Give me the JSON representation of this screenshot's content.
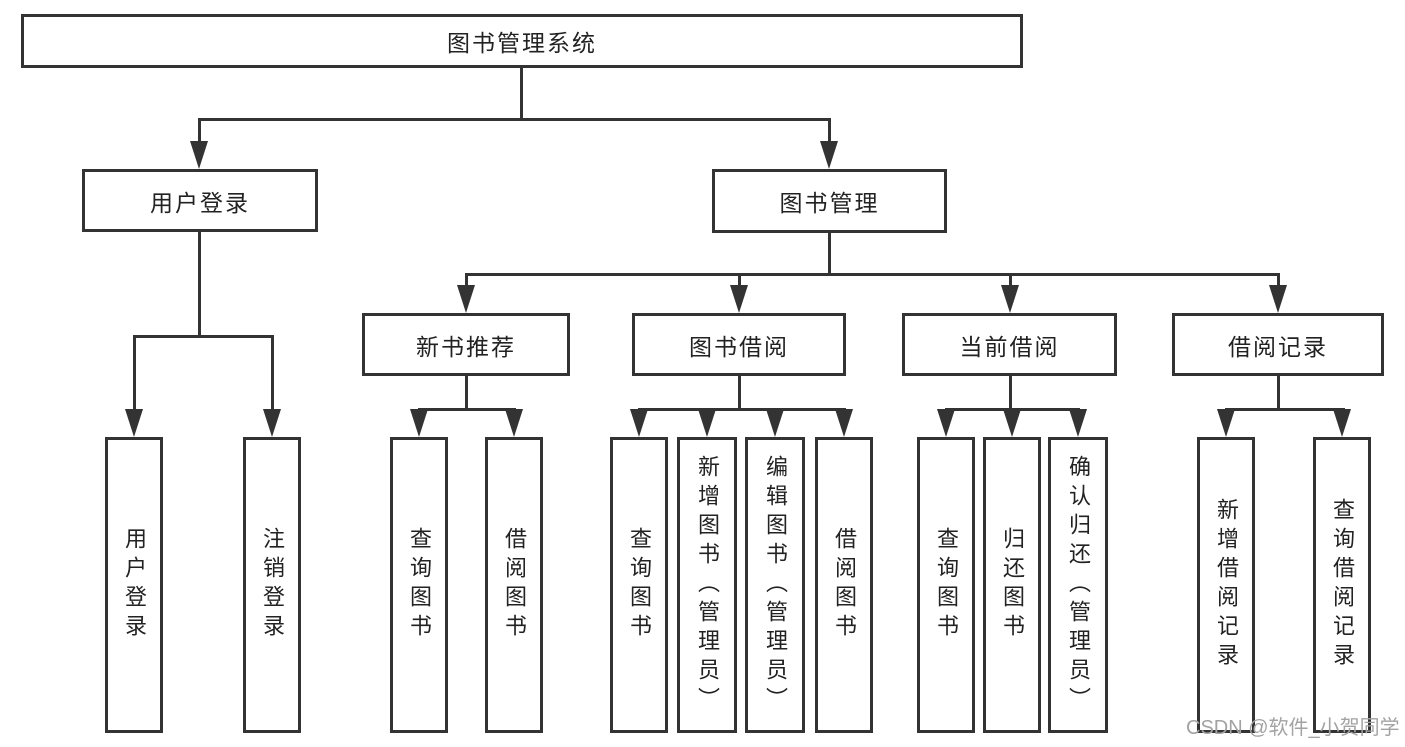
{
  "tree": {
    "root": {
      "label": "图书管理系统",
      "children": [
        {
          "label": "用户登录",
          "children": [
            {
              "label": "用户登录"
            },
            {
              "label": "注销登录"
            }
          ]
        },
        {
          "label": "图书管理",
          "children": [
            {
              "label": "新书推荐",
              "children": [
                {
                  "label": "查询图书"
                },
                {
                  "label": "借阅图书"
                }
              ]
            },
            {
              "label": "图书借阅",
              "children": [
                {
                  "label": "查询图书"
                },
                {
                  "label": "新增图书（管理员）"
                },
                {
                  "label": "编辑图书（管理员）"
                },
                {
                  "label": "借阅图书"
                }
              ]
            },
            {
              "label": "当前借阅",
              "children": [
                {
                  "label": "查询图书"
                },
                {
                  "label": "归还图书"
                },
                {
                  "label": "确认归还（管理员）"
                }
              ]
            },
            {
              "label": "借阅记录",
              "children": [
                {
                  "label": "新增借阅记录"
                },
                {
                  "label": "查询借阅记录"
                }
              ]
            }
          ]
        }
      ]
    }
  },
  "watermark": {
    "text": "CSDN @软件_小贺同学"
  },
  "colors": {
    "line": "#333333",
    "text": "#222222",
    "watermark": "#a3a3a3",
    "background": "#ffffff"
  }
}
